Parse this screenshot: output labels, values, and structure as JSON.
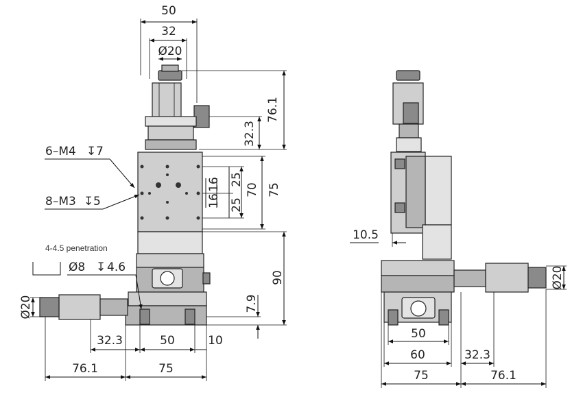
{
  "front_view": {
    "dims": {
      "top_width": "50",
      "inner_width": "32",
      "knob_dia": "Ø20",
      "motor_height": "32.3",
      "total_height": "76.1",
      "plate_height": "75",
      "holes_a1": "16",
      "holes_a2": "16",
      "holes_b1": "25",
      "holes_b2": "25",
      "holes_span": "70",
      "lower_height": "90",
      "base_thick": "7.9",
      "side_knob_dia": "Ø20",
      "base_hole_offset": "32.3",
      "base_hole_pitch": "50",
      "base_edge": "10",
      "side_motor_len": "76.1",
      "base_width": "75"
    },
    "callouts": {
      "m4": "6–M4",
      "m4_depth": "7",
      "m3": "8–M3",
      "m3_depth": "5",
      "penetration_note": "4-4.5 penetration",
      "cbore": "Ø8",
      "cbore_depth": "4.6"
    }
  },
  "side_view": {
    "dims": {
      "offset": "10.5",
      "knob_dia": "Ø20",
      "hole_pitch": "50",
      "inner_width": "60",
      "motor_offset": "32.3",
      "base_width": "75",
      "motor_len": "76.1"
    }
  }
}
